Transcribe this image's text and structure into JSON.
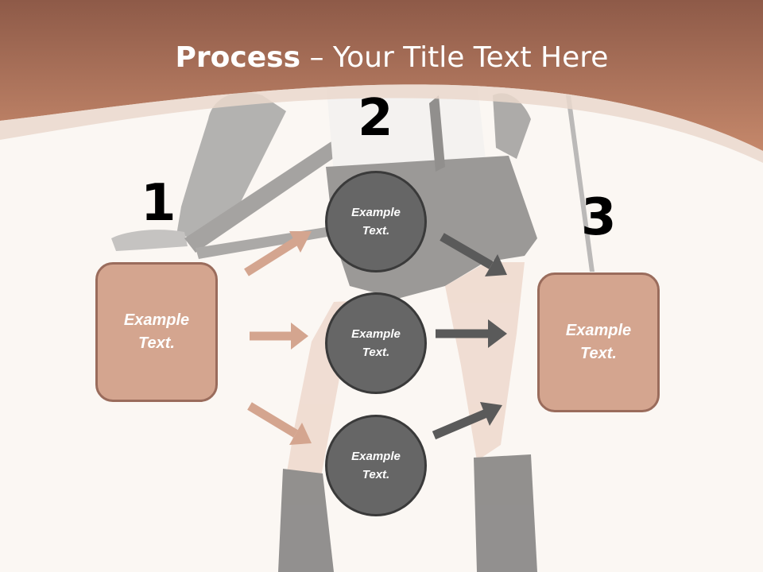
{
  "title": {
    "bold": "Process",
    "rest": " – Your Title Text Here"
  },
  "steps": [
    "1",
    "2",
    "3"
  ],
  "left_box": "Example\nText.",
  "right_box": "Example\nText.",
  "circles": [
    "Example\nText.",
    "Example\nText.",
    "Example\nText."
  ],
  "colors": {
    "header": "#b97a5e",
    "box": "#d4a58f",
    "circle": "#666666",
    "arrow_left": "#d4a58f",
    "arrow_right": "#5a5a5a"
  }
}
